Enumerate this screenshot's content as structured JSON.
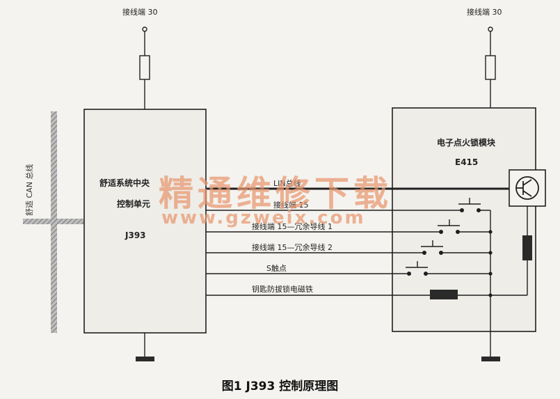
{
  "terminal_left": "接线端 30",
  "terminal_right": "接线端 30",
  "bus_label": "舒适 CAN 总线",
  "left_module": {
    "name_line1": "舒适系统中央",
    "name_line2": "控制单元",
    "code": "J393"
  },
  "right_module": {
    "name": "电子点火锁模块",
    "code": "E415"
  },
  "wires": [
    {
      "label": "LIN总线"
    },
    {
      "label": "接线端 15"
    },
    {
      "label": "接线端 15—冗余导线 1"
    },
    {
      "label": "接线端 15—冗余导线 2"
    },
    {
      "label": "S触点"
    },
    {
      "label": "钥匙防拔锁电磁铁"
    }
  ],
  "watermark": {
    "text": "精通维修下载",
    "url": "www.gzweix.com"
  },
  "caption": "图1  J393 控制原理图",
  "colors": {
    "line": "#1f1f1f",
    "module_fill": "#eeede8",
    "bus_hatch": "#8c8c8c",
    "watermark": "#e8966e"
  }
}
